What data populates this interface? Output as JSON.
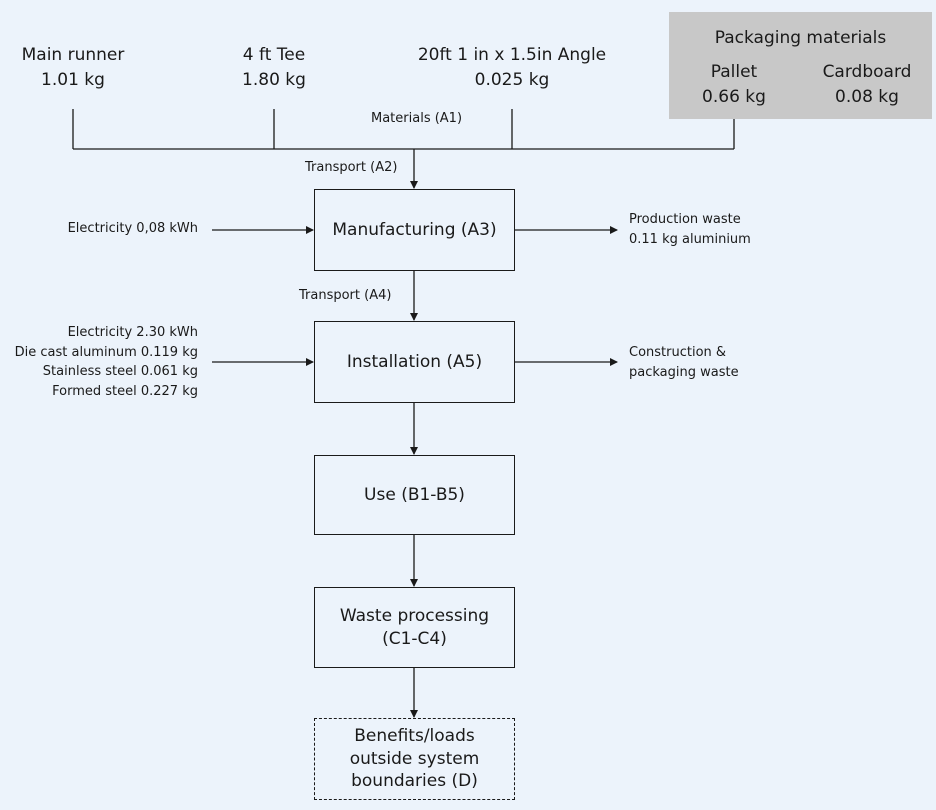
{
  "materials": [
    {
      "name": "Main runner",
      "value": "1.01 kg"
    },
    {
      "name": "4 ft Tee",
      "value": "1.80 kg"
    },
    {
      "name": "20ft 1 in x 1.5in Angle",
      "value": "0.025 kg"
    }
  ],
  "packaging": {
    "title": "Packaging materials",
    "items": [
      {
        "name": "Pallet",
        "value": "0.66 kg"
      },
      {
        "name": "Cardboard",
        "value": "0.08 kg"
      }
    ]
  },
  "edge_labels": {
    "materials": "Materials (A1)",
    "transport_a2": "Transport (A2)",
    "transport_a4": "Transport (A4)"
  },
  "stages": {
    "manufacturing": "Manufacturing (A3)",
    "installation": "Installation (A5)",
    "use": "Use (B1-B5)",
    "waste_processing": "Waste processing\n(C1-C4)",
    "benefits": "Benefits/loads\noutside system\nboundaries (D)"
  },
  "inputs": {
    "manufacturing": "Electricity 0,08 kWh",
    "installation": "Electricity 2.30 kWh\nDie cast aluminum 0.119 kg\nStainless steel 0.061 kg\nFormed steel 0.227 kg"
  },
  "outputs": {
    "manufacturing": "Production waste\n0.11 kg aluminium",
    "installation": "Construction &\npackaging waste"
  }
}
